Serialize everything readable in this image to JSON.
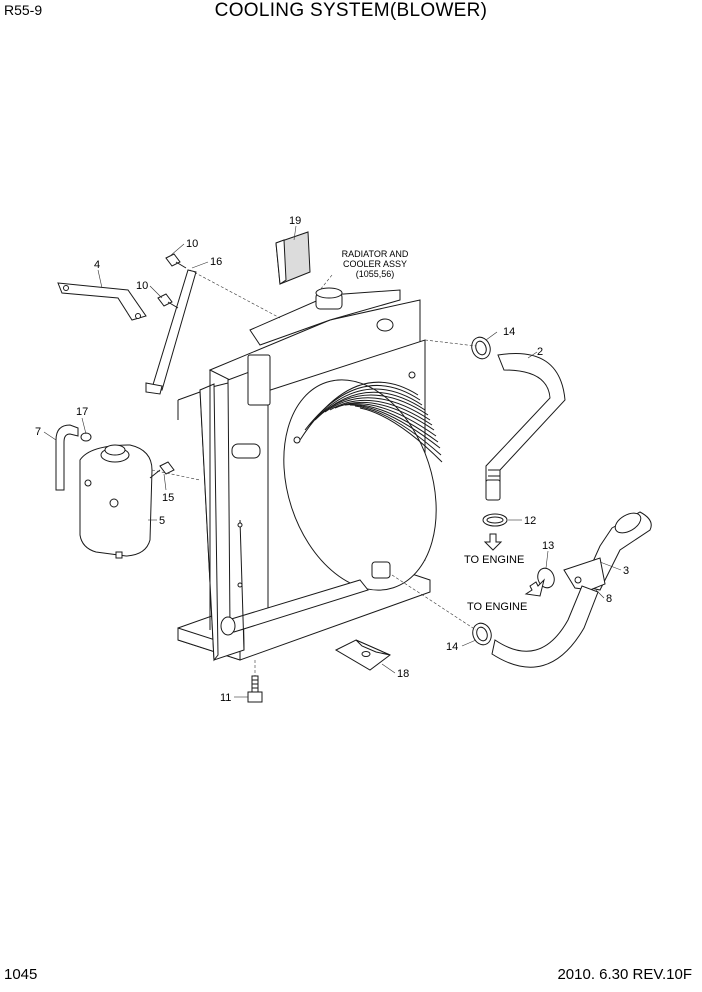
{
  "header": {
    "model": "R55-9",
    "title": "COOLING SYSTEM(BLOWER)"
  },
  "footer": {
    "page": "1045",
    "revision": "2010. 6.30  REV.10F"
  },
  "notes": {
    "radiator_line1": "RADIATOR AND",
    "radiator_line2": "COOLER ASSY",
    "radiator_line3": "(1055,56)",
    "to_engine_1": "TO ENGINE",
    "to_engine_2": "TO ENGINE"
  },
  "callouts": {
    "c19": "19",
    "c10a": "10",
    "c16": "16",
    "c4": "4",
    "c10b": "10",
    "c14a": "14",
    "c2": "2",
    "c17": "17",
    "c7": "7",
    "c15": "15",
    "c5": "5",
    "c12": "12",
    "c13": "13",
    "c3": "3",
    "c8": "8",
    "c14b": "14",
    "c18": "18",
    "c11": "11"
  }
}
